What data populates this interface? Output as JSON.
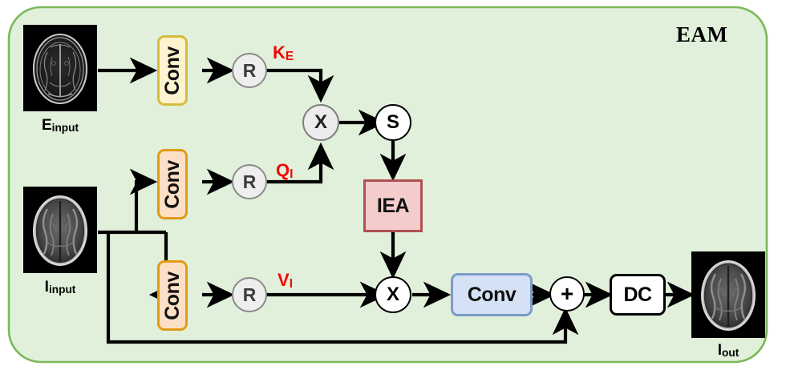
{
  "diagram": {
    "title": "EAM",
    "background_color": "#e0f0da",
    "border_color": "#7ab85a"
  },
  "inputs": [
    {
      "id": "edge-input",
      "caption_main": "E",
      "caption_sub": "input",
      "kind": "edge-mri-thumbnail"
    },
    {
      "id": "image-input",
      "caption_main": "I",
      "caption_sub": "input",
      "kind": "brain-mri-thumbnail"
    }
  ],
  "output": {
    "id": "image-output",
    "caption_main": "I",
    "caption_sub": "out",
    "kind": "brain-mri-thumbnail"
  },
  "blocks": {
    "conv_top": {
      "label": "Conv",
      "fill": "#fdf3cf",
      "stroke": "#d6bb3e"
    },
    "conv_mid": {
      "label": "Conv",
      "fill": "#fce0c5",
      "stroke": "#e19a14"
    },
    "conv_bot": {
      "label": "Conv",
      "fill": "#fce0c5",
      "stroke": "#e19a14"
    },
    "conv_fuse": {
      "label": "Conv",
      "fill": "#d5e2f5",
      "stroke": "#7a9cc8"
    },
    "iea": {
      "label": "IEA",
      "fill": "#f5cccc",
      "stroke": "#b05050"
    },
    "dc": {
      "label": "DC",
      "fill": "#ffffff",
      "stroke": "#000000"
    }
  },
  "nodes": {
    "reshape_k": {
      "label": "R"
    },
    "reshape_q": {
      "label": "R"
    },
    "reshape_v": {
      "label": "R"
    },
    "matmul_qk": {
      "label": "X"
    },
    "softmax": {
      "label": "S"
    },
    "matmul_av": {
      "label": "X"
    },
    "add": {
      "label": "+"
    }
  },
  "signals": [
    {
      "id": "key",
      "main": "K",
      "sub": "E",
      "color": "#f20505"
    },
    {
      "id": "query",
      "main": "Q",
      "sub": "I",
      "color": "#f20505"
    },
    {
      "id": "value",
      "main": "V",
      "sub": "I",
      "color": "#f20505"
    }
  ]
}
